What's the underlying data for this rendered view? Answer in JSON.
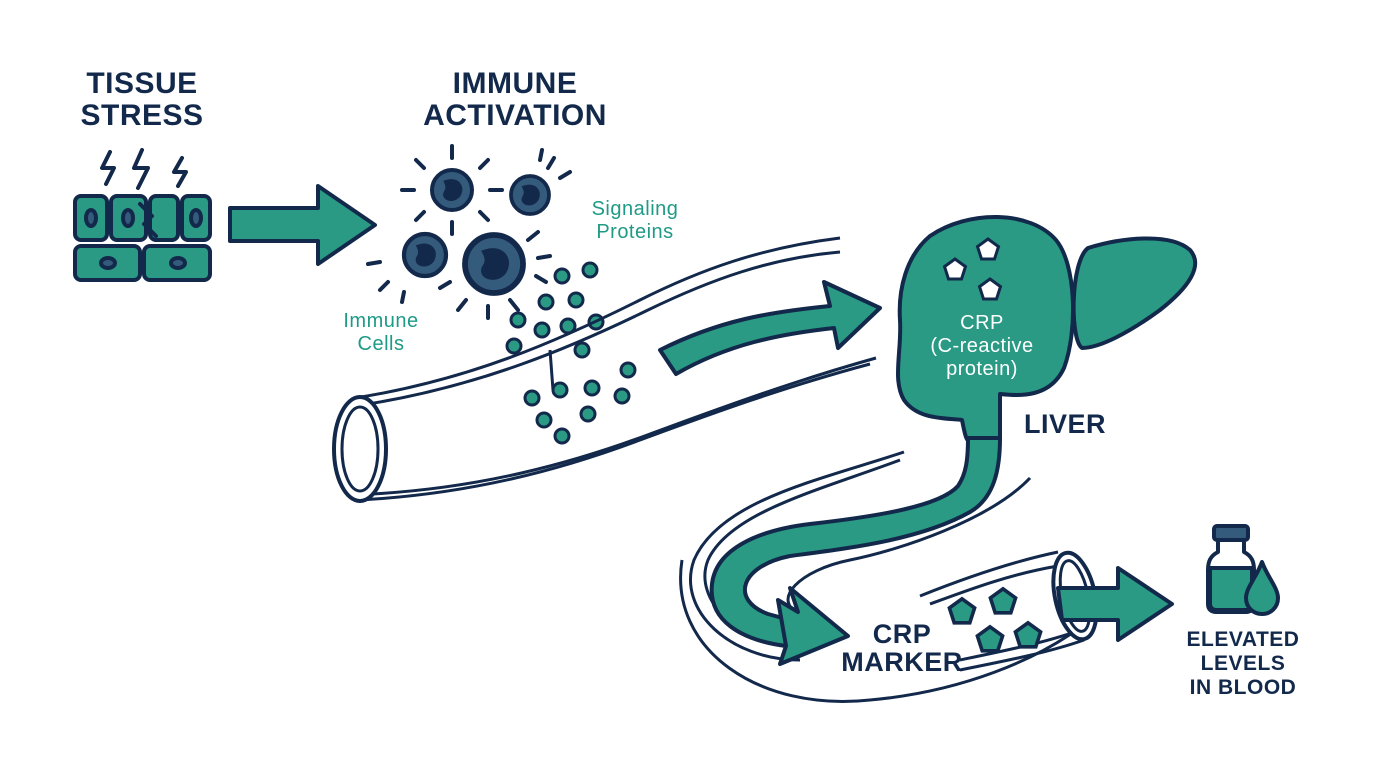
{
  "colors": {
    "navy": "#13294b",
    "teal": "#2a9a84",
    "teal_text": "#1f9a86",
    "cell_dark": "#355b7c",
    "background": "#ffffff"
  },
  "labels": {
    "tissue_stress": "TISSUE\nSTRESS",
    "immune_activation": "IMMUNE\nACTIVATION",
    "signaling_proteins": "Signaling\nProteins",
    "immune_cells": "Immune\nCells",
    "crp_liver": "CRP\n(C-reactive\nprotein)",
    "liver": "LIVER",
    "crp_marker": "CRP\nMARKER",
    "elevated_levels": "ELEVATED\nLEVELS\nIN BLOOD"
  },
  "icons": [
    "damaged-tissue-icon",
    "lightning-icon",
    "immune-cell-icon",
    "signaling-protein-dot-icon",
    "blood-vessel-icon",
    "liver-icon",
    "crp-pentagon-icon",
    "blood-vial-icon",
    "blood-drop-icon",
    "flow-arrow-icon"
  ]
}
